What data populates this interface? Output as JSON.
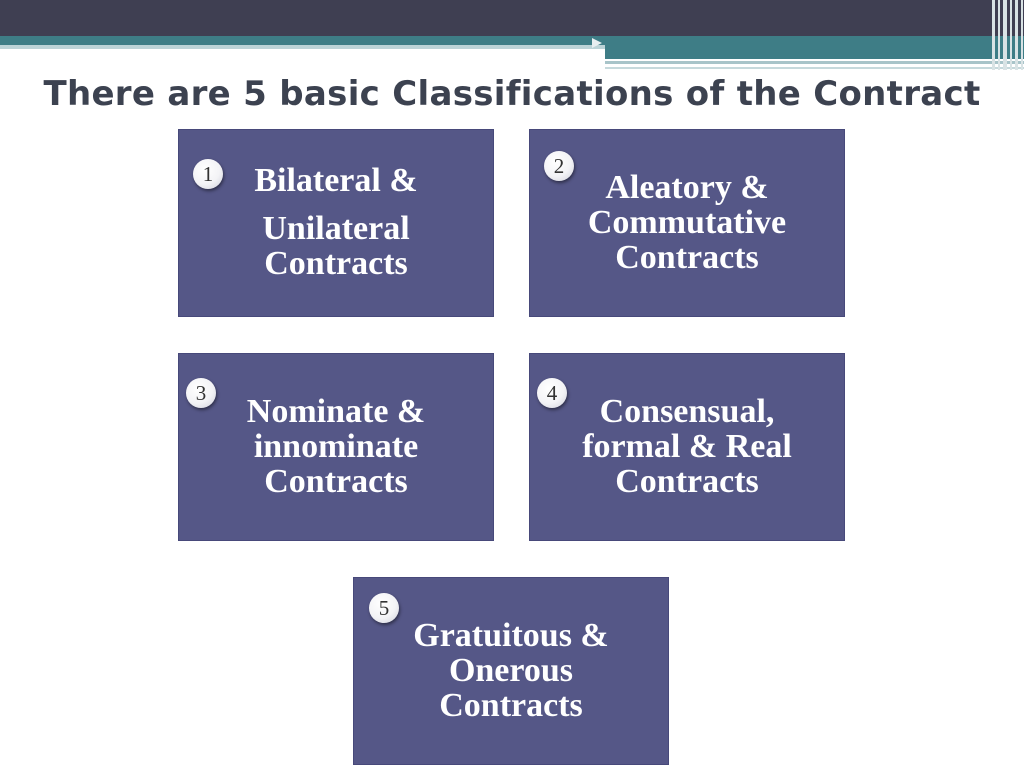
{
  "title": "There are 5 basic Classifications of the Contract",
  "colors": {
    "header_dark": "#3f3f52",
    "header_teal": "#3e7d86",
    "box_fill": "#555787",
    "title_text": "#3c4250",
    "box_text": "#ffffff"
  },
  "classifications": [
    {
      "number": "1",
      "lines": [
        "Bilateral &",
        "Unilateral",
        "Contracts"
      ]
    },
    {
      "number": "2",
      "lines": [
        "Aleatory  &",
        "Commutative",
        "Contracts"
      ]
    },
    {
      "number": "3",
      "lines": [
        "Nominate  &",
        "innominate",
        "Contracts"
      ]
    },
    {
      "number": "4",
      "lines": [
        "Consensual,",
        "formal & Real",
        "Contracts"
      ]
    },
    {
      "number": "5",
      "lines": [
        "Gratuitous  &",
        "Onerous",
        "Contracts"
      ]
    }
  ]
}
